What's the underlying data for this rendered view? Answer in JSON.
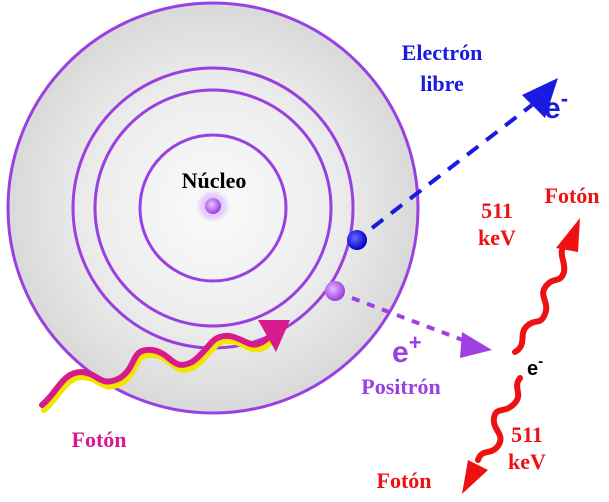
{
  "labels": {
    "nucleus": "Núcleo",
    "free_electron_line1": "Electrón",
    "free_electron_line2": "libre",
    "electron_symbol": "e",
    "electron_sign": "-",
    "positron_symbol": "e",
    "positron_sign": "+",
    "positron_name": "Positrón",
    "incident_photon": "Fotón",
    "photon_top": "Fotón",
    "energy_top_value": "511",
    "energy_top_unit": "keV",
    "annihilation_electron_symbol": "e",
    "annihilation_electron_sign": "-",
    "energy_bottom_value": "511",
    "energy_bottom_unit": "keV",
    "photon_bottom": "Fotón"
  },
  "colors": {
    "atom_shell": "#9a3fe0",
    "atom_fill_outer": "#e6e6e6",
    "atom_fill_inner": "#f7f7f7",
    "nucleus": "#a040e0",
    "electron": "#1a1ae0",
    "positron": "#a040e0",
    "incident_photon": "#d81b8c",
    "incident_photon_shadow": "#f2e600",
    "electron_path": "#1a1ae0",
    "positron_path": "#a040e0",
    "annihilation_photon": "#ee1111",
    "text_blue": "#1a1ae0",
    "text_purple": "#9a3fe0",
    "text_red": "#ee1111",
    "text_black": "#000000",
    "text_pink": "#d81b8c"
  },
  "icons": [
    "nucleus-dot",
    "electron-dot",
    "positron-dot",
    "wavy-photon-arrow",
    "dashed-arrow"
  ]
}
